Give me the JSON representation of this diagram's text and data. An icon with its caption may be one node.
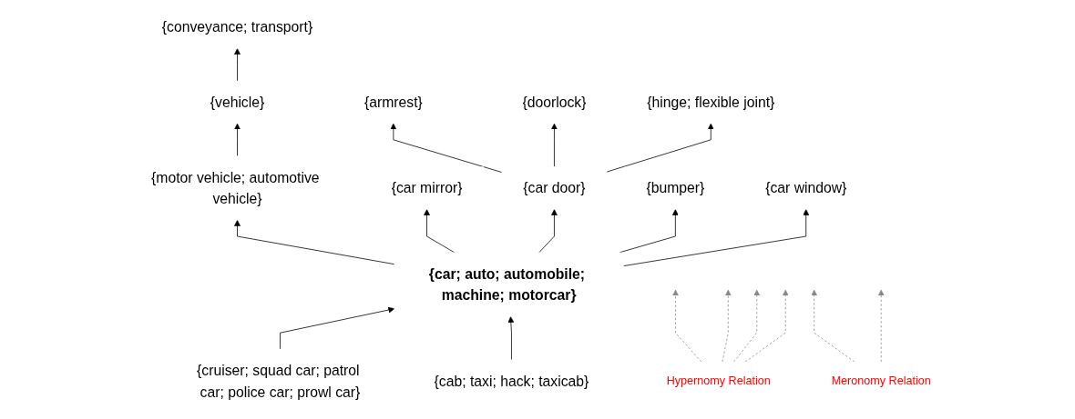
{
  "diagram": {
    "nodes": [
      {
        "text": [
          "{conveyance; transport}"
        ]
      },
      {
        "text": [
          "{vehicle}"
        ]
      },
      {
        "text": [
          "{motor vehicle; automotive vehicle}"
        ]
      },
      {
        "text": [
          "{car; auto; automobile; machine; motorcar}"
        ]
      },
      {
        "text": [
          "Hypernomy Relation"
        ]
      },
      {
        "text": [
          "Meronomy Relation"
        ]
      },
      {
        "text": [
          "{car mirror}"
        ]
      },
      {
        "text": [
          "{car door}"
        ]
      },
      {
        "text": [
          "{bumper}"
        ]
      },
      {
        "text": [
          "{car window}"
        ]
      },
      {
        "text": [
          "{armrest}"
        ]
      },
      {
        "text": [
          "{doorlock}"
        ]
      },
      {
        "text": [
          "{hinge; flexible joint}"
        ]
      },
      {
        "text": [
          "{cruiser; squad car; patrol car; police car; prowl car}"
        ]
      },
      {
        "text": [
          "{cab; taxi; hack; taxicab}"
        ]
      }
    ],
    "edges": [
      {
        "from": 1,
        "to": 0,
        "arrow": "to"
      },
      {
        "from": 2,
        "to": 1,
        "arrow": "to"
      },
      {
        "from": 3,
        "to": 2,
        "arrow": "to"
      },
      {
        "from": 13,
        "to": 3,
        "arrow": "to"
      },
      {
        "from": 14,
        "to": 3,
        "arrow": "to"
      },
      {
        "from": 3,
        "to": 6,
        "arrow": "to"
      },
      {
        "from": 3,
        "to": 7,
        "arrow": "to"
      },
      {
        "from": 3,
        "to": 8,
        "arrow": "to"
      },
      {
        "from": 3,
        "to": 9,
        "arrow": "to"
      },
      {
        "from": 7,
        "to": 10,
        "arrow": "to"
      },
      {
        "from": 7,
        "to": 11,
        "arrow": "to"
      },
      {
        "from": 7,
        "to": 12,
        "arrow": "to"
      },
      {
        "from": 4,
        "to": null,
        "arrow": "to",
        "style": "dashed",
        "color": "#888888"
      },
      {
        "from": 4,
        "to": null,
        "arrow": "to",
        "style": "dashed",
        "color": "#888888"
      },
      {
        "from": 4,
        "to": null,
        "arrow": "to",
        "style": "dashed",
        "color": "#888888"
      },
      {
        "from": 4,
        "to": null,
        "arrow": "to",
        "style": "dashed",
        "color": "#888888"
      },
      {
        "from": 5,
        "to": null,
        "arrow": "to",
        "style": "dashed",
        "color": "#888888"
      },
      {
        "from": 5,
        "to": null,
        "arrow": "to",
        "style": "dashed",
        "color": "#888888"
      }
    ]
  }
}
